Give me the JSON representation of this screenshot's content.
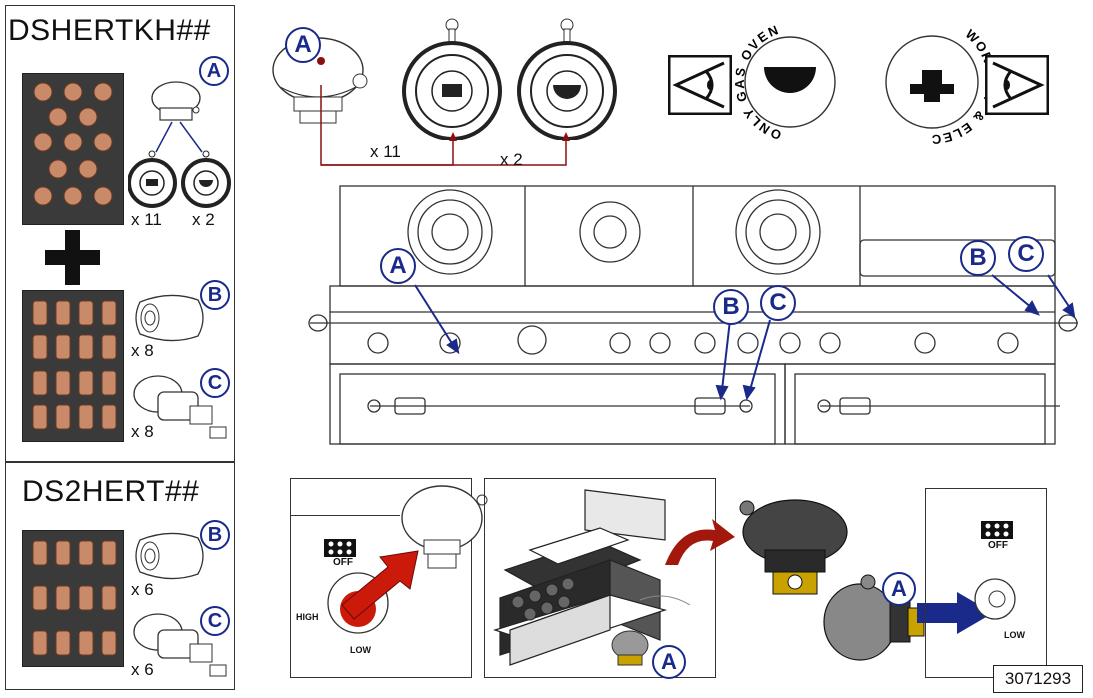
{
  "left_panel": {
    "model_1": "DSHERTKH##",
    "model_2": "DS2HERT##",
    "qty_knob_a": "x 11",
    "qty_knob_b": "x 2",
    "qty_b1": "x 8",
    "qty_c1": "x 8",
    "qty_b2": "x 6",
    "qty_c2": "x 6"
  },
  "labels": {
    "a": "A",
    "b": "B",
    "c": "C"
  },
  "top_panel": {
    "qty_x11": "x 11",
    "qty_x2": "x 2",
    "only_gas_oven": "ONLY GAS OVEN",
    "worktop_electrics": "WORKTOP & ELECTRICS"
  },
  "bottom_panel": {
    "off": "OFF",
    "high": "HIGH",
    "low": "LOW",
    "doc_code": "3071293"
  },
  "colors": {
    "badge_blue": "#1a2a8a",
    "arrow_red": "#cc1a0a",
    "copper": "#c98a6a",
    "tray": "#3a3a3a",
    "line_red": "#8a1010"
  }
}
